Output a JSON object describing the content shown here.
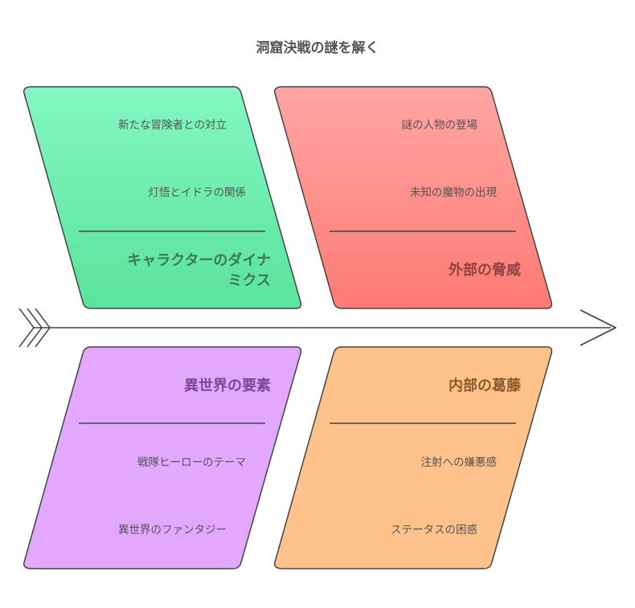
{
  "title": "洞窟決戦の謎を解く",
  "categories": [
    {
      "id": "character",
      "title_lines": [
        "キャラクターのダイナ",
        "ミクス"
      ],
      "items": [
        "新たな冒険者との対立",
        "灯悟とイドラの関係"
      ],
      "fill_top": "#84f7c3",
      "fill_bottom": "#5ae39a",
      "text_color": "#3c7a57"
    },
    {
      "id": "external",
      "title_lines": [
        "外部の脅威"
      ],
      "items": [
        "謎の人物の登場",
        "未知の魔物の出現"
      ],
      "fill_top": "#ffa6a2",
      "fill_bottom": "#ff7a75",
      "text_color": "#8f4442"
    },
    {
      "id": "otherworld",
      "title_lines": [
        "異世界の要素"
      ],
      "items": [
        "戦隊ヒーローのテーマ",
        "異世界のファンタジー"
      ],
      "fill_top": "#e2a7ff",
      "fill_bottom": "#e2a7ff",
      "text_color": "#7a4a91"
    },
    {
      "id": "internal",
      "title_lines": [
        "内部の葛藤"
      ],
      "items": [
        "注射への嫌悪感",
        "ステータスの困惑"
      ],
      "fill_top": "#ffc28a",
      "fill_bottom": "#ffc28a",
      "text_color": "#8a5a2e"
    }
  ],
  "colors": {
    "outline": "#444444",
    "spine": "#444444"
  }
}
